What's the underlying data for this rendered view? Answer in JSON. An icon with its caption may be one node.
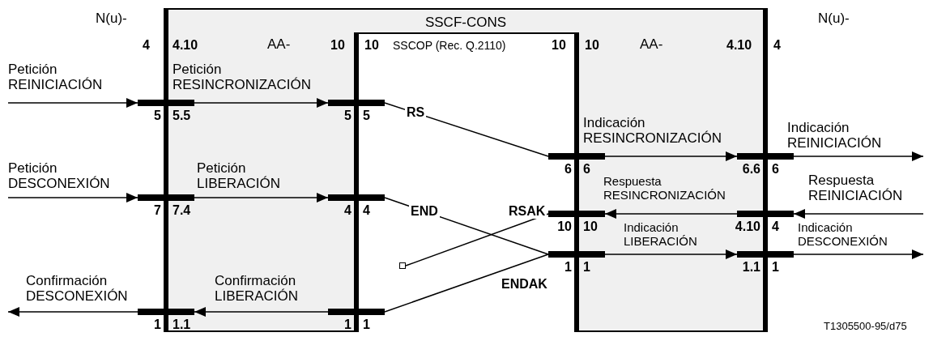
{
  "diagram": {
    "nodes": [
      {
        "text": [
          "SSCF-CONS"
        ]
      },
      {
        "text": [
          "SSCOP (Rec. Q.2110)"
        ],
        "in": 0
      },
      {
        "text": [],
        "shape": "bar",
        "beside": [
          "5",
          "5.5"
        ]
      },
      {
        "text": [],
        "shape": "bar",
        "beside": [
          "7",
          "7.4"
        ]
      },
      {
        "text": [],
        "shape": "bar",
        "beside": [
          "1",
          "1.1"
        ]
      },
      {
        "text": [],
        "shape": "bar",
        "beside": [
          "5",
          "5"
        ],
        "in": 0
      },
      {
        "text": [],
        "shape": "bar",
        "beside": [
          "4",
          "4"
        ],
        "in": 0
      },
      {
        "text": [],
        "shape": "bar",
        "beside": [
          "1",
          "1"
        ],
        "in": 0
      },
      {
        "text": [],
        "shape": "bar",
        "beside": [
          "6",
          "6"
        ],
        "in": 0
      },
      {
        "text": [],
        "shape": "bar",
        "beside": [
          "10",
          "10"
        ],
        "in": 0
      },
      {
        "text": [],
        "shape": "bar",
        "beside": [
          "1",
          "1"
        ],
        "in": 0
      },
      {
        "text": [],
        "shape": "bar",
        "beside": [
          "6.6",
          "6"
        ]
      },
      {
        "text": [],
        "shape": "bar",
        "beside": [
          "4.10",
          "4"
        ]
      },
      {
        "text": [],
        "shape": "bar",
        "beside": [
          "1.1",
          "1"
        ]
      },
      {
        "text": [],
        "shape": "box",
        "in": 1
      }
    ],
    "edges": [
      {
        "from": null,
        "to": 2,
        "arrow": "to",
        "label": "Petición REINICIACIÓN"
      },
      {
        "from": 2,
        "to": 5,
        "arrow": "to",
        "label": "Petición RESINCRONIZACIÓN"
      },
      {
        "from": null,
        "to": 3,
        "arrow": "to",
        "label": "Petición DESCONEXIÓN"
      },
      {
        "from": 3,
        "to": 6,
        "arrow": "to",
        "label": "Petición LIBERACIÓN"
      },
      {
        "from": 7,
        "to": 4,
        "arrow": "to",
        "label": "Confirmación LIBERACIÓN"
      },
      {
        "from": 4,
        "to": null,
        "arrow": "to",
        "label": "Confirmación DESCONEXIÓN"
      },
      {
        "from": 5,
        "to": 8,
        "arrow": "none",
        "label": "RS"
      },
      {
        "from": 6,
        "to": 10,
        "arrow": "none",
        "label": "END"
      },
      {
        "from": 9,
        "to": 14,
        "arrow": "none",
        "label": "RSAK"
      },
      {
        "from": 10,
        "to": 7,
        "arrow": "none",
        "label": "ENDAK"
      },
      {
        "from": 8,
        "to": 11,
        "arrow": "to",
        "label": "Indicación RESINCRONIZACIÓN"
      },
      {
        "from": 11,
        "to": null,
        "arrow": "to",
        "label": "Indicación REINICIACIÓN"
      },
      {
        "from": null,
        "to": 12,
        "arrow": "to",
        "label": "Respuesta REINICIACIÓN"
      },
      {
        "from": 12,
        "to": 9,
        "arrow": "to",
        "label": "Respuesta RESINCRONIZACIÓN"
      },
      {
        "from": 10,
        "to": 13,
        "arrow": "to",
        "label": "Indicación LIBERACIÓN"
      },
      {
        "from": 13,
        "to": null,
        "arrow": "to",
        "label": "Indicación DESCONEXIÓN"
      }
    ],
    "labels": [
      "N(u)-",
      "N(u)-",
      "4",
      "4.10",
      "AA-",
      "10",
      "10",
      "10",
      "10",
      "AA-",
      "4.10",
      "4",
      "T1305500-95/d75"
    ]
  }
}
